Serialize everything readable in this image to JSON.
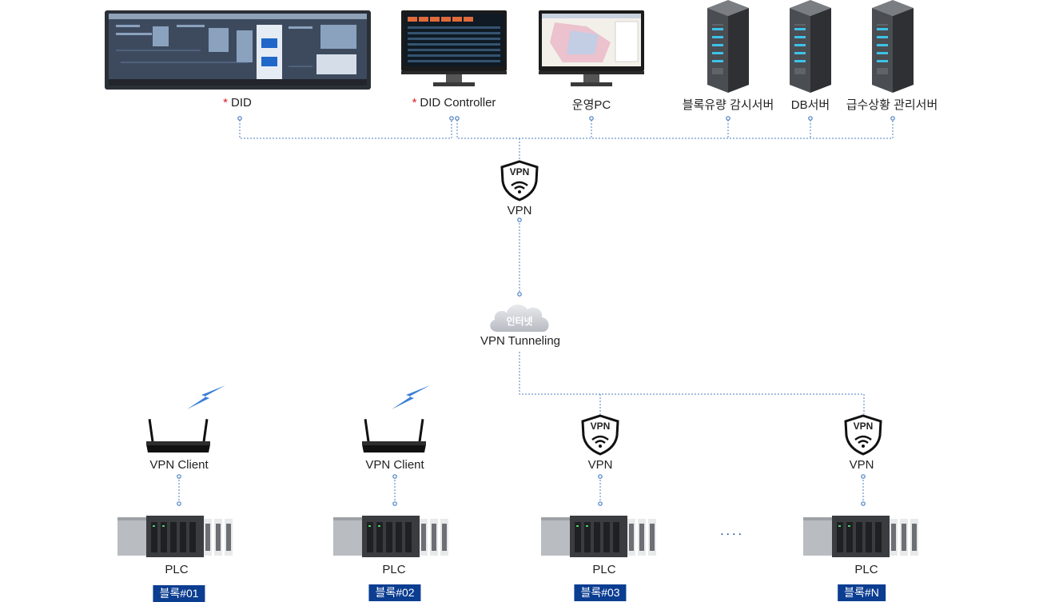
{
  "top_devices": {
    "did": {
      "label": "DID",
      "starred": true,
      "star": "*"
    },
    "did_controller": {
      "label": "DID Controller",
      "starred": true,
      "star": "*"
    },
    "ops_pc": {
      "label": "운영PC"
    },
    "block_monitor_server": {
      "label": "블록유량 감시서버"
    },
    "db_server": {
      "label": "DB서버"
    },
    "supply_server": {
      "label": "급수상황 관리서버"
    }
  },
  "vpn_top": {
    "badge": "VPN",
    "label": "VPN"
  },
  "cloud": {
    "text": "인터넷",
    "label": "VPN Tunneling"
  },
  "blocks": [
    {
      "device": "VPN Client",
      "plc": "PLC",
      "tag": "블록#01"
    },
    {
      "device": "VPN Client",
      "plc": "PLC",
      "tag": "블록#02"
    },
    {
      "device": "VPN",
      "badge": "VPN",
      "plc": "PLC",
      "tag": "블록#03"
    },
    {
      "device": "VPN",
      "badge": "VPN",
      "plc": "PLC",
      "tag": "블록#N"
    }
  ],
  "ellipsis": "....",
  "colors": {
    "line": "#4a7fc1",
    "tag_bg": "#0b3d91",
    "star": "#d61f26"
  }
}
